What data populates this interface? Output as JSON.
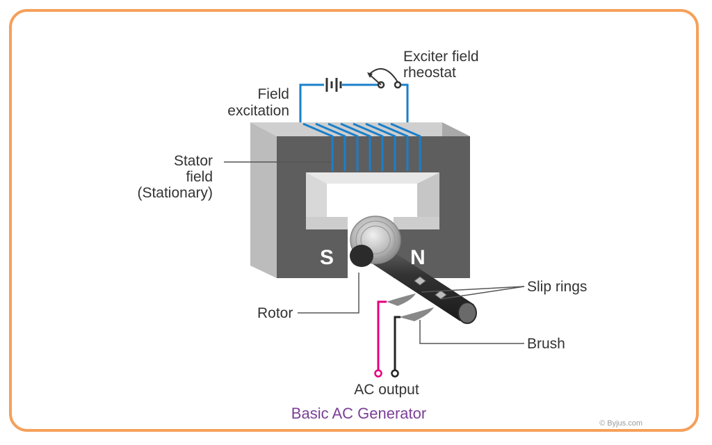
{
  "labels": {
    "exciter_field_line1": "Exciter field",
    "exciter_field_line2": "rheostat",
    "field_excitation_line1": "Field",
    "field_excitation_line2": "excitation",
    "stator_line1": "Stator",
    "stator_line2": "field",
    "stator_line3": "(Stationary)",
    "south_pole": "S",
    "north_pole": "N",
    "rotor": "Rotor",
    "slip_rings": "Slip rings",
    "brush": "Brush",
    "ac_output": "AC output"
  },
  "caption": "Basic AC Generator",
  "credit": "© Byjus.com",
  "colors": {
    "frame": "#f5a05a",
    "coil": "#1a7fc9",
    "ac_positive": "#e6007e",
    "ac_negative": "#222222",
    "caption": "#7b3f98"
  }
}
